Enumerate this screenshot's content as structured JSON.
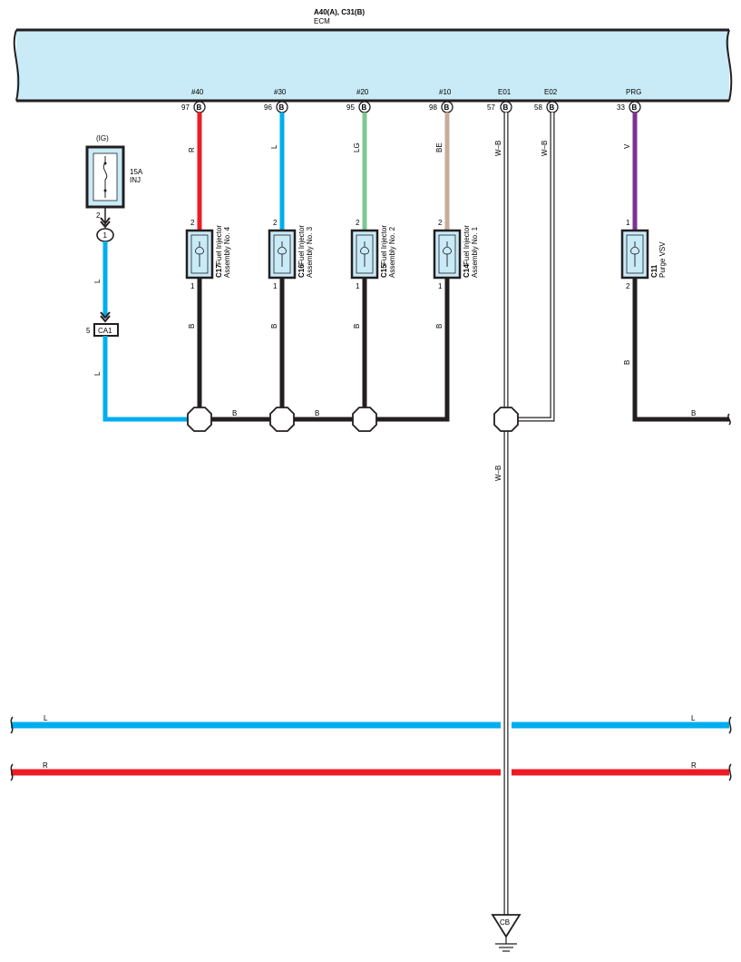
{
  "ecm": {
    "connectors": "A40(A), C31(B)",
    "label": "ECM",
    "pins": [
      {
        "signal": "#40",
        "num": "97",
        "conn": "B",
        "wire": "R"
      },
      {
        "signal": "#30",
        "num": "96",
        "conn": "B",
        "wire": "L"
      },
      {
        "signal": "#20",
        "num": "95",
        "conn": "B",
        "wire": "LG"
      },
      {
        "signal": "#10",
        "num": "98",
        "conn": "B",
        "wire": "BE"
      },
      {
        "signal": "E01",
        "num": "57",
        "conn": "B",
        "wire": "W–B"
      },
      {
        "signal": "E02",
        "num": "58",
        "conn": "B",
        "wire": "W–B"
      },
      {
        "signal": "PRG",
        "num": "33",
        "conn": "B",
        "wire": "V"
      }
    ]
  },
  "fuse": {
    "group": "(IG)",
    "rating": "15A",
    "name": "INJ",
    "pin": "2",
    "wire": "L"
  },
  "junction": {
    "id": "1"
  },
  "connector_ca1": {
    "id": "CA1",
    "pin": "5",
    "wire": "L"
  },
  "components": [
    {
      "code": "C17",
      "line1": "Fuel Injector",
      "line2": "Assembly No. 4",
      "pin_top": "2",
      "pin_bottom": "1",
      "wire": "B"
    },
    {
      "code": "C16",
      "line1": "Fuel Injector",
      "line2": "Assembly No. 3",
      "pin_top": "2",
      "pin_bottom": "1",
      "wire": "B"
    },
    {
      "code": "C15",
      "line1": "Fuel Injector",
      "line2": "Assembly No. 2",
      "pin_top": "2",
      "pin_bottom": "1",
      "wire": "B"
    },
    {
      "code": "C14",
      "line1": "Fuel Injector",
      "line2": "Assembly No. 1",
      "pin_top": "2",
      "pin_bottom": "1",
      "wire": "B"
    },
    {
      "code": "C11",
      "line1": "Purge VSV",
      "line2": "",
      "pin_top": "1",
      "pin_bottom": "2",
      "wire": "B"
    }
  ],
  "bus_labels": {
    "b1": "B",
    "b2": "B",
    "ground_wire": "W–B",
    "vsv_out": "B"
  },
  "bottom_lines": [
    {
      "name": "L",
      "color": "#00aeef"
    },
    {
      "name": "R",
      "color": "#ed1c24"
    }
  ],
  "ground": {
    "label": "CB"
  },
  "colors": {
    "ecm_fill": "#c9ebf8",
    "red": "#ed1c24",
    "blue": "#00aeef",
    "light_green": "#7dc795",
    "beige": "#c6ad99",
    "violet": "#7a3394",
    "black": "#231f20",
    "component_fill": "#c9ebf8"
  }
}
